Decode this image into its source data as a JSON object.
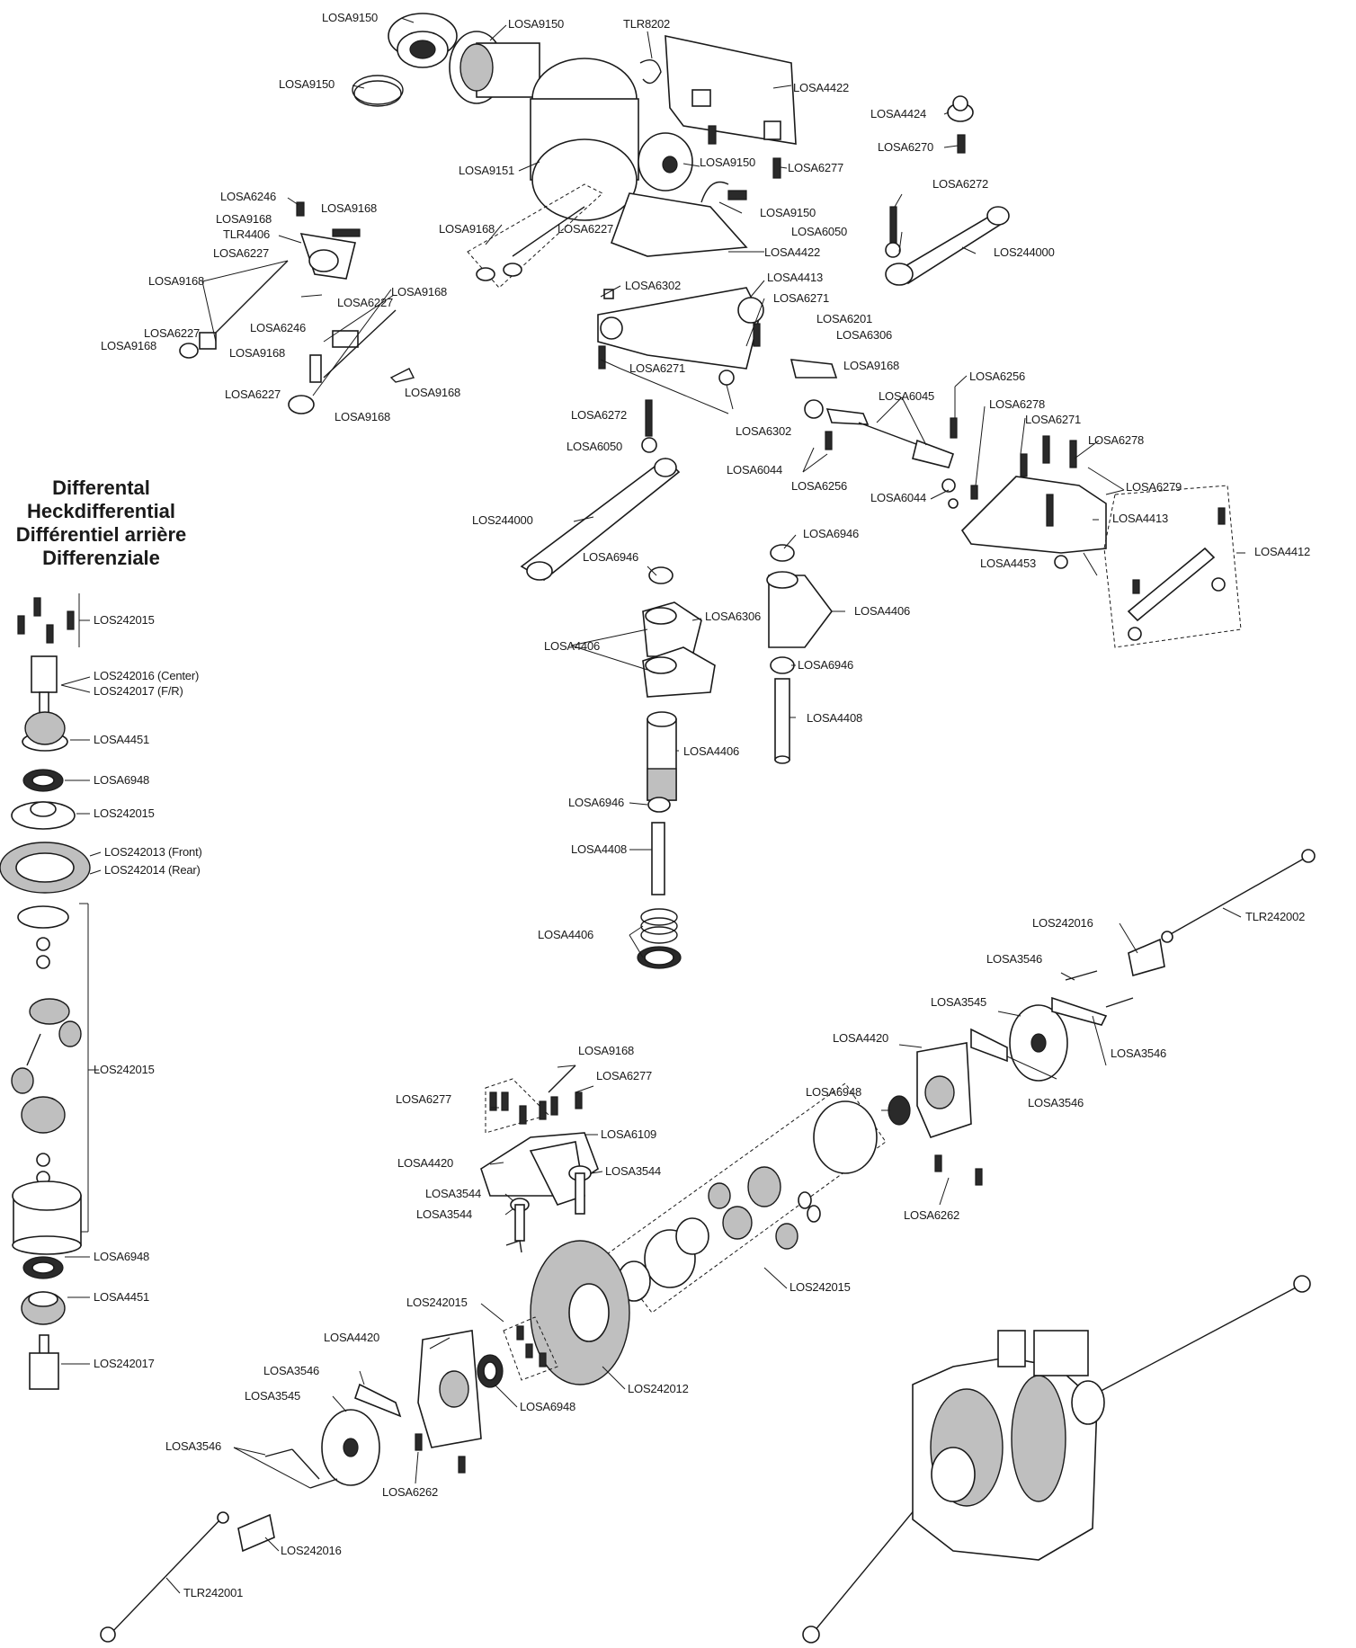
{
  "diff_title": [
    "Differental",
    "Heckdifferential",
    "Différentiel arrière",
    "Differenziale"
  ],
  "labels": {
    "l01": "LOSA9150",
    "l02": "LOSA9150",
    "l03": "TLR8202",
    "l04": "LOSA9150",
    "l05": "LOSA4422",
    "l06": "LOSA4424",
    "l07": "LOSA6270",
    "l08": "LOSA9151",
    "l09": "LOSA9150",
    "l10": "LOSA6277",
    "l11": "LOSA9150",
    "l12": "LOSA6246",
    "l13": "LOSA9168",
    "l14": "LOSA9168",
    "l15": "TLR4406",
    "l16": "LOSA6227",
    "l17": "LOSA9168",
    "l18": "LOSA6227",
    "l19": "LOSA4422",
    "l20": "LOSA6272",
    "l21": "LOSA6050",
    "l22": "LOS244000",
    "l23": "LOSA9168",
    "l24": "LOSA6227",
    "l25": "LOSA9168",
    "l26": "LOSA6227",
    "l27": "LOSA9168",
    "l28": "LOSA6246",
    "l29": "LOSA9168",
    "l30": "LOSA6302",
    "l31": "LOSA4413",
    "l32": "LOSA6271",
    "l33": "LOSA6201",
    "l34": "LOSA6306",
    "l35": "LOSA9168",
    "l36": "LOSA6227",
    "l37": "LOSA9168",
    "l38": "LOSA9168",
    "l39": "LOSA6271",
    "l40": "LOSA6302",
    "l41": "LOSA6256",
    "l42": "LOSA6045",
    "l43": "LOSA6278",
    "l44": "LOSA6271",
    "l45": "LOSA6278",
    "l46": "LOSA6272",
    "l47": "LOSA6050",
    "l48": "LOSA6044",
    "l49": "LOSA6256",
    "l50": "LOSA6044",
    "l51": "LOSA6279",
    "l52": "LOSA4413",
    "l53": "LOS244000",
    "l54": "LOSA4453",
    "l55": "LOSA4412",
    "l56": "LOSA6946",
    "l57": "LOSA6946",
    "l58": "LOSA6306",
    "l59": "LOSA4406",
    "l60": "LOSA4406",
    "l61": "LOSA6946",
    "l62": "LOSA4408",
    "l63": "LOSA4406",
    "l64": "LOSA6946",
    "l65": "LOSA4408",
    "l66": "LOSA4406",
    "l67": "LOS242015",
    "l68": "LOS242016 (Center)",
    "l69": "LOS242017 (F/R)",
    "l70": "LOSA4451",
    "l71": "LOSA6948",
    "l72": "LOS242015",
    "l73": "LOS242013 (Front)",
    "l74": "LOS242014 (Rear)",
    "l75": "LOS242015",
    "l76": "LOSA6948",
    "l77": "LOSA4451",
    "l78": "LOS242017",
    "l79": "LOS242016",
    "l80": "TLR242002",
    "l81": "LOSA3546",
    "l82": "LOSA3545",
    "l83": "LOSA4420",
    "l84": "LOSA3546",
    "l85": "LOSA9168",
    "l86": "LOSA6277",
    "l87": "LOSA6277",
    "l88": "LOSA6109",
    "l89": "LOSA6948",
    "l90": "LOSA3546",
    "l91": "LOSA4420",
    "l92": "LOSA3544",
    "l93": "LOSA3544",
    "l94": "LOSA3544",
    "l95": "LOSA6262",
    "l96": "LOS242015",
    "l97": "LOS242015",
    "l98": "LOSA4420",
    "l99": "LOSA3546",
    "l100": "LOSA3545",
    "l101": "LOSA6948",
    "l102": "LOS242012",
    "l103": "LOSA3546",
    "l104": "LOSA6262",
    "l105": "LOS242016",
    "l106": "TLR242001"
  }
}
